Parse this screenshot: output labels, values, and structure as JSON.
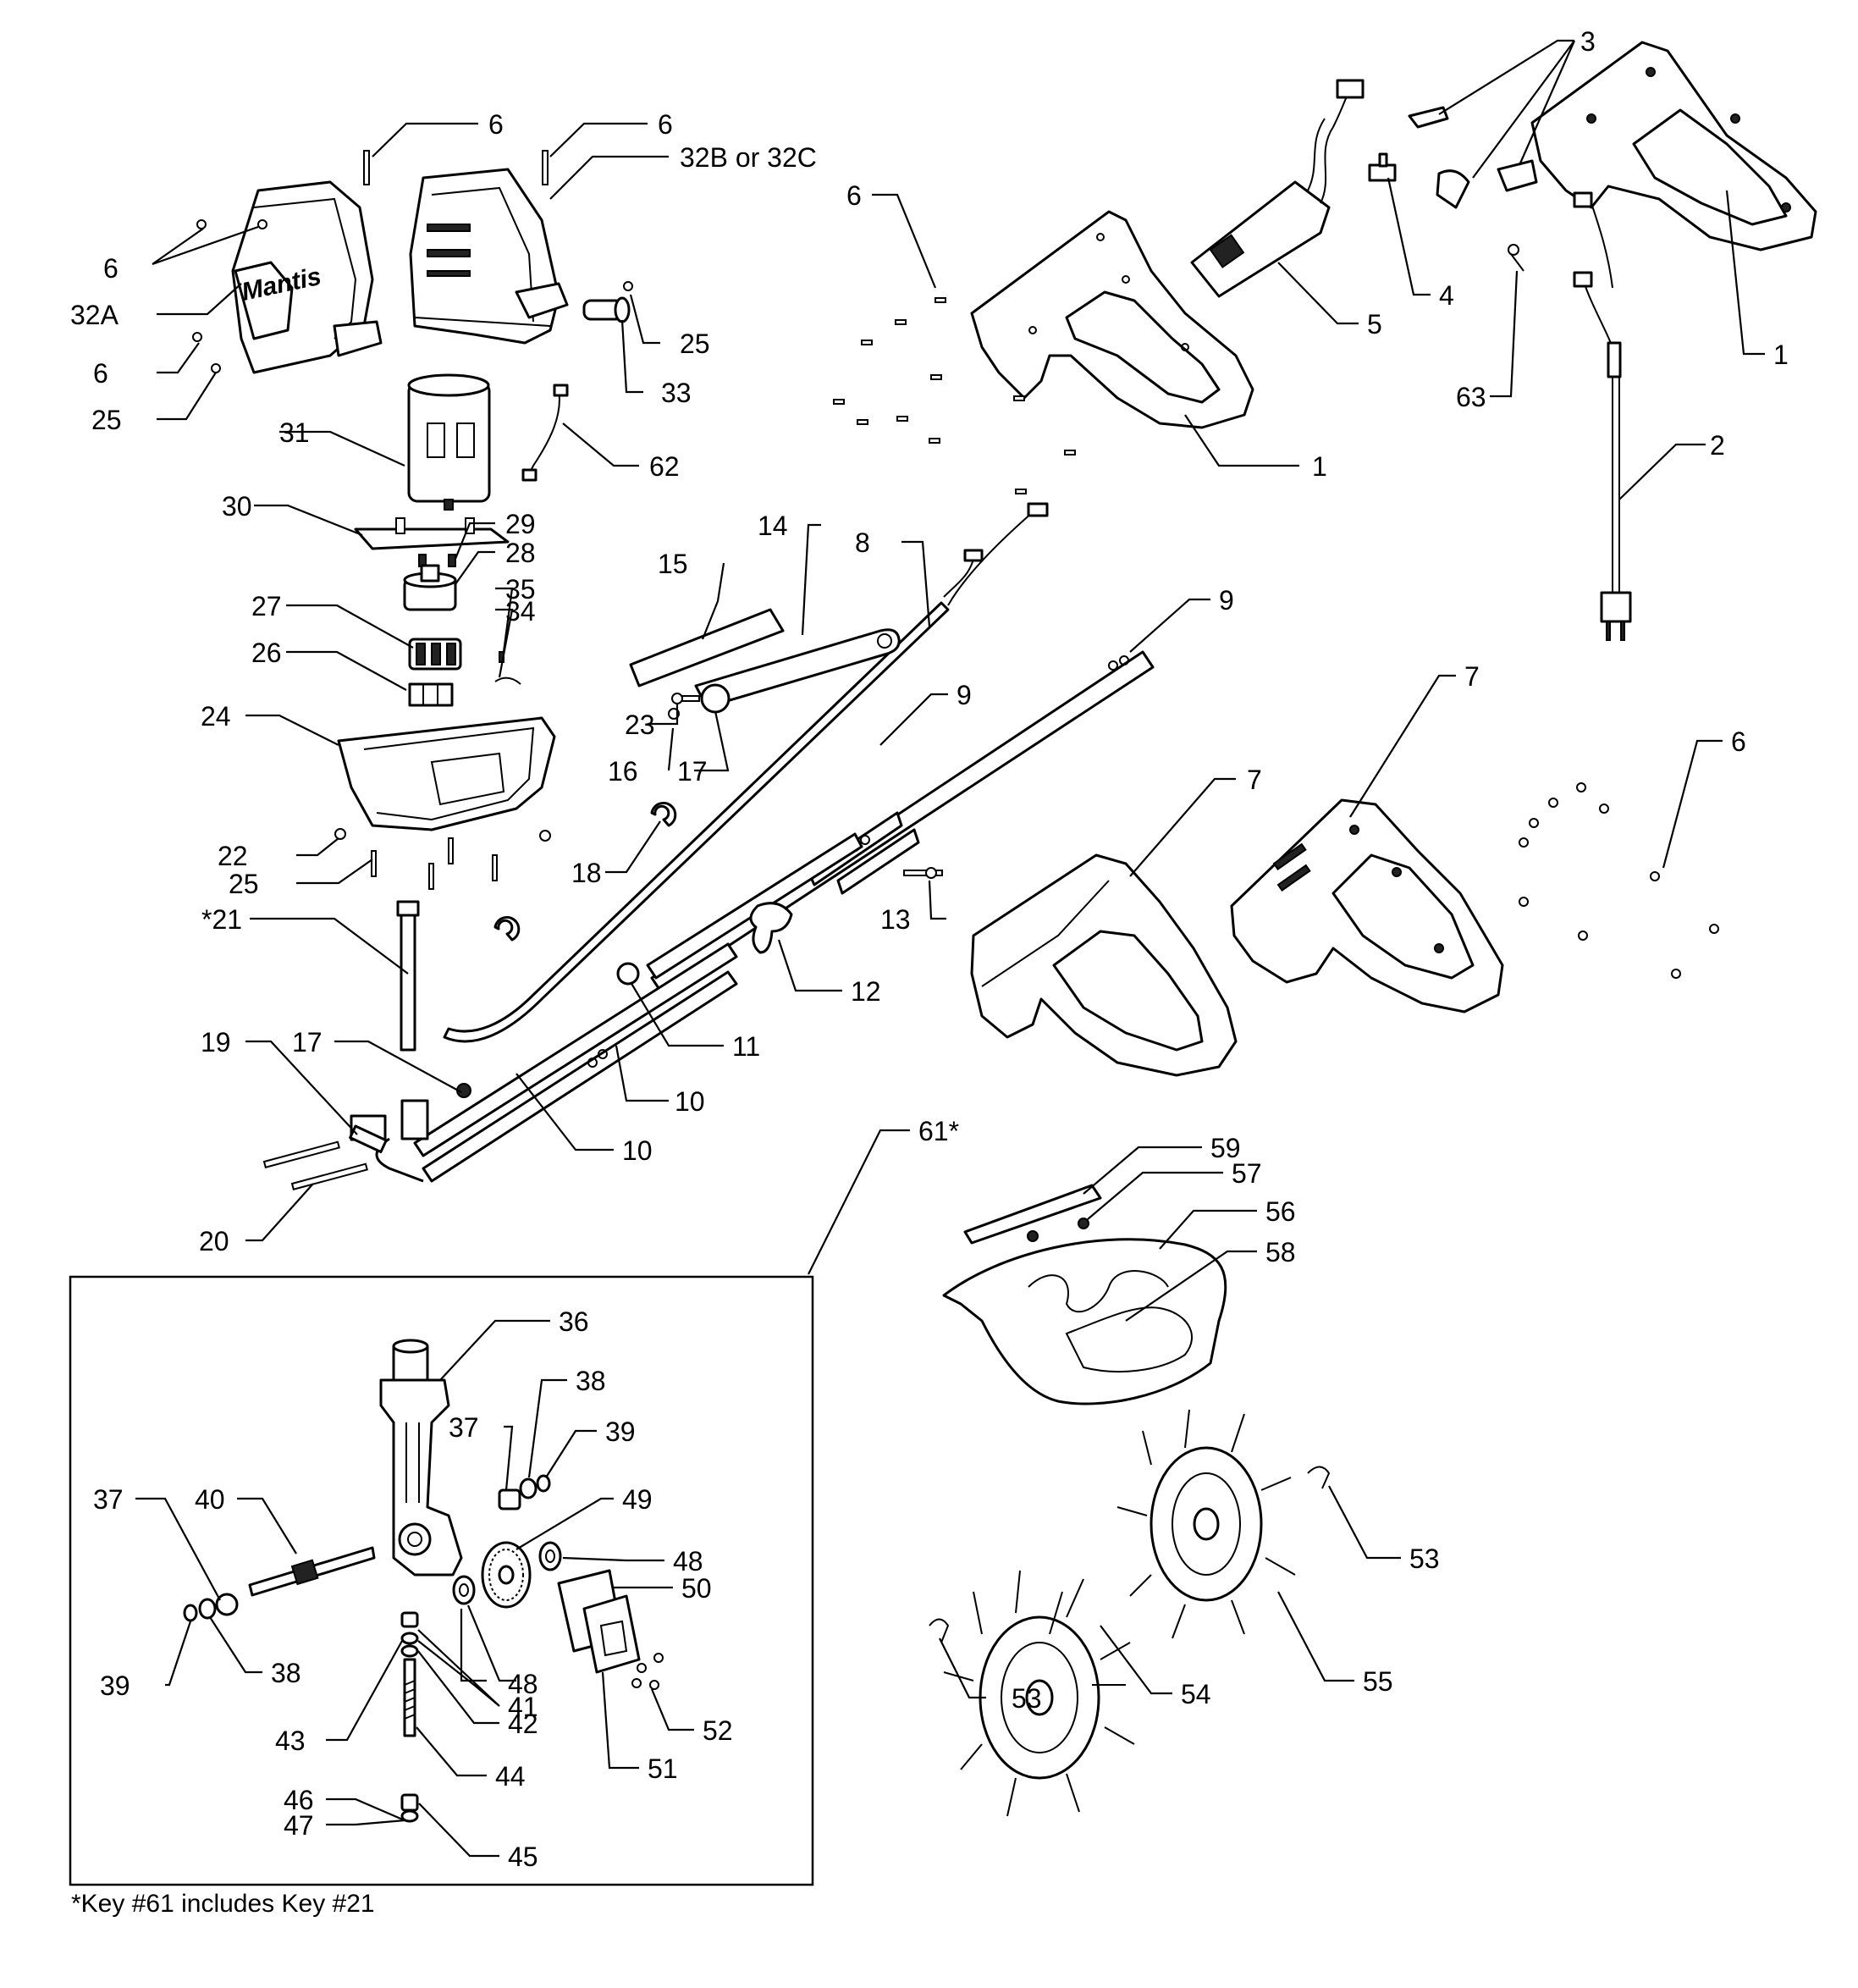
{
  "callouts": {
    "c1a": "1",
    "c1b": "1",
    "c2": "2",
    "c3": "3",
    "c4": "4",
    "c5": "5",
    "c6a": "6",
    "c6b": "6",
    "c6c": "6",
    "c6d": "6",
    "c6e": "6",
    "c6f": "6",
    "c7a": "7",
    "c7b": "7",
    "c8": "8",
    "c9a": "9",
    "c9b": "9",
    "c10a": "10",
    "c10b": "10",
    "c11": "11",
    "c12": "12",
    "c13": "13",
    "c14": "14",
    "c15": "15",
    "c16": "16",
    "c17a": "17",
    "c17b": "17",
    "c18": "18",
    "c19": "19",
    "c20": "20",
    "c21": "*21",
    "c22": "22",
    "c23": "23",
    "c24": "24",
    "c25a": "25",
    "c25b": "25",
    "c25c": "25",
    "c26": "26",
    "c27": "27",
    "c28": "28",
    "c29": "29",
    "c30": "30",
    "c31": "31",
    "c32a": "32A",
    "c32bc": "32B or 32C",
    "c33": "33",
    "c34": "34",
    "c35": "35",
    "c36": "36",
    "c37a": "37",
    "c37b": "37",
    "c38a": "38",
    "c38b": "38",
    "c39a": "39",
    "c39b": "39",
    "c40": "40",
    "c41": "41",
    "c42": "42",
    "c43": "43",
    "c44": "44",
    "c45": "45",
    "c46": "46",
    "c47": "47",
    "c48a": "48",
    "c48b": "48",
    "c49": "49",
    "c50": "50",
    "c51": "51",
    "c52": "52",
    "c53a": "53",
    "c53b": "53",
    "c54": "54",
    "c55": "55",
    "c56": "56",
    "c57": "57",
    "c58": "58",
    "c59": "59",
    "c61": "61*",
    "c62": "62",
    "c63": "63"
  },
  "footnote": "*Key #61 includes Key #21",
  "logo_text": "Mantis"
}
